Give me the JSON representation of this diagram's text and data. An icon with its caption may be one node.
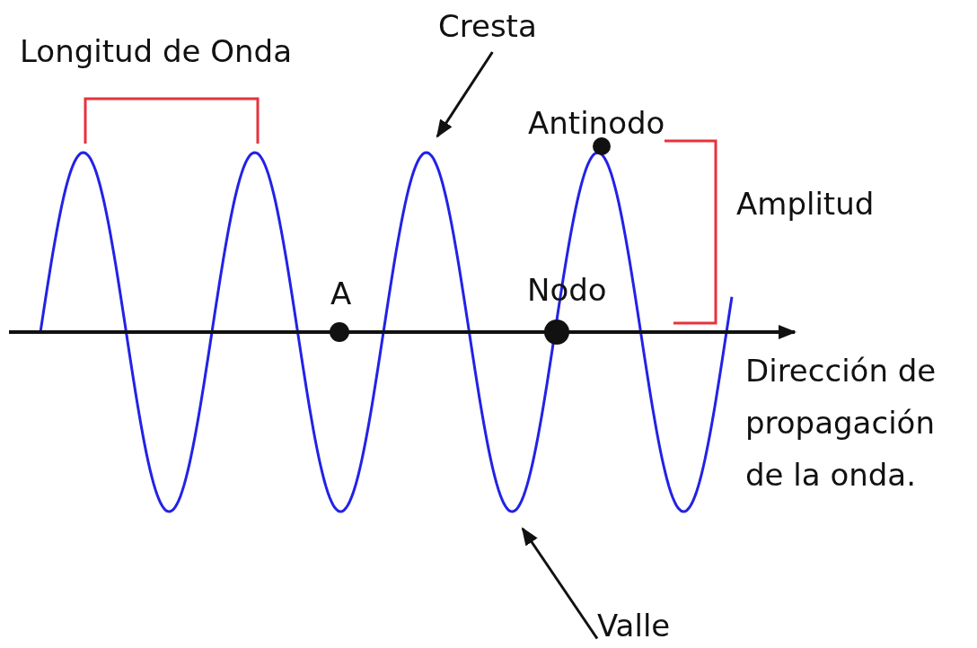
{
  "diagram": {
    "nodes": [
      {
        "text": [
          "Cresta"
        ]
      },
      {
        "text": [
          "Valle"
        ]
      }
    ],
    "edges": [
      {
        "from": 0,
        "to": null,
        "arrow": "to"
      },
      {
        "from": 1,
        "to": null,
        "arrow": "to"
      }
    ],
    "labels": [
      "Longitud de Onda",
      "Antinodo",
      "Amplitud",
      "A",
      "Nodo",
      "Dirección de propagación de la onda."
    ]
  }
}
